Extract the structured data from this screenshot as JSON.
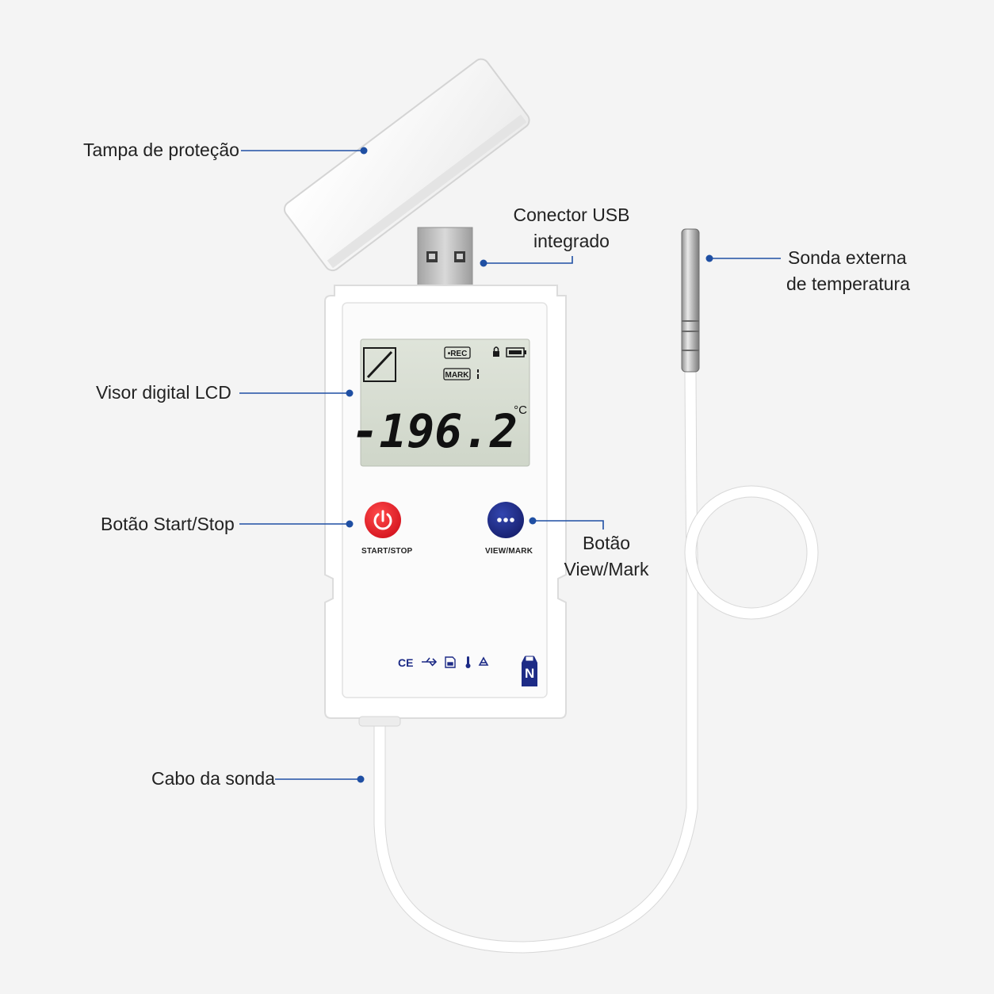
{
  "callouts": {
    "cap": "Tampa de proteção",
    "usb_line1": "Conector USB",
    "usb_line2": "integrado",
    "probe_line1": "Sonda externa",
    "probe_line2": "de temperatura",
    "lcd": "Visor digital LCD",
    "start_stop": "Botão Start/Stop",
    "view_mark_line1": "Botão",
    "view_mark_line2": "View/Mark",
    "cable": "Cabo da sonda"
  },
  "device": {
    "lcd": {
      "rec_badge": "•REC",
      "mark_badge": "MARK",
      "reading": "-196.2",
      "unit": "°C"
    },
    "buttons": {
      "start_stop_label": "START/STOP",
      "view_mark_label": "VIEW/MARK"
    },
    "logo_letter": "N",
    "cert_icons": [
      "ce-mark-icon",
      "usb-icon",
      "sd-card-icon",
      "thermometer-icon",
      "recycle-icon"
    ]
  },
  "colors": {
    "callout_line": "#1f4fa3",
    "start_button": "#e3202b",
    "view_button": "#1d2b86",
    "lcd_background": "#d5dccf"
  }
}
